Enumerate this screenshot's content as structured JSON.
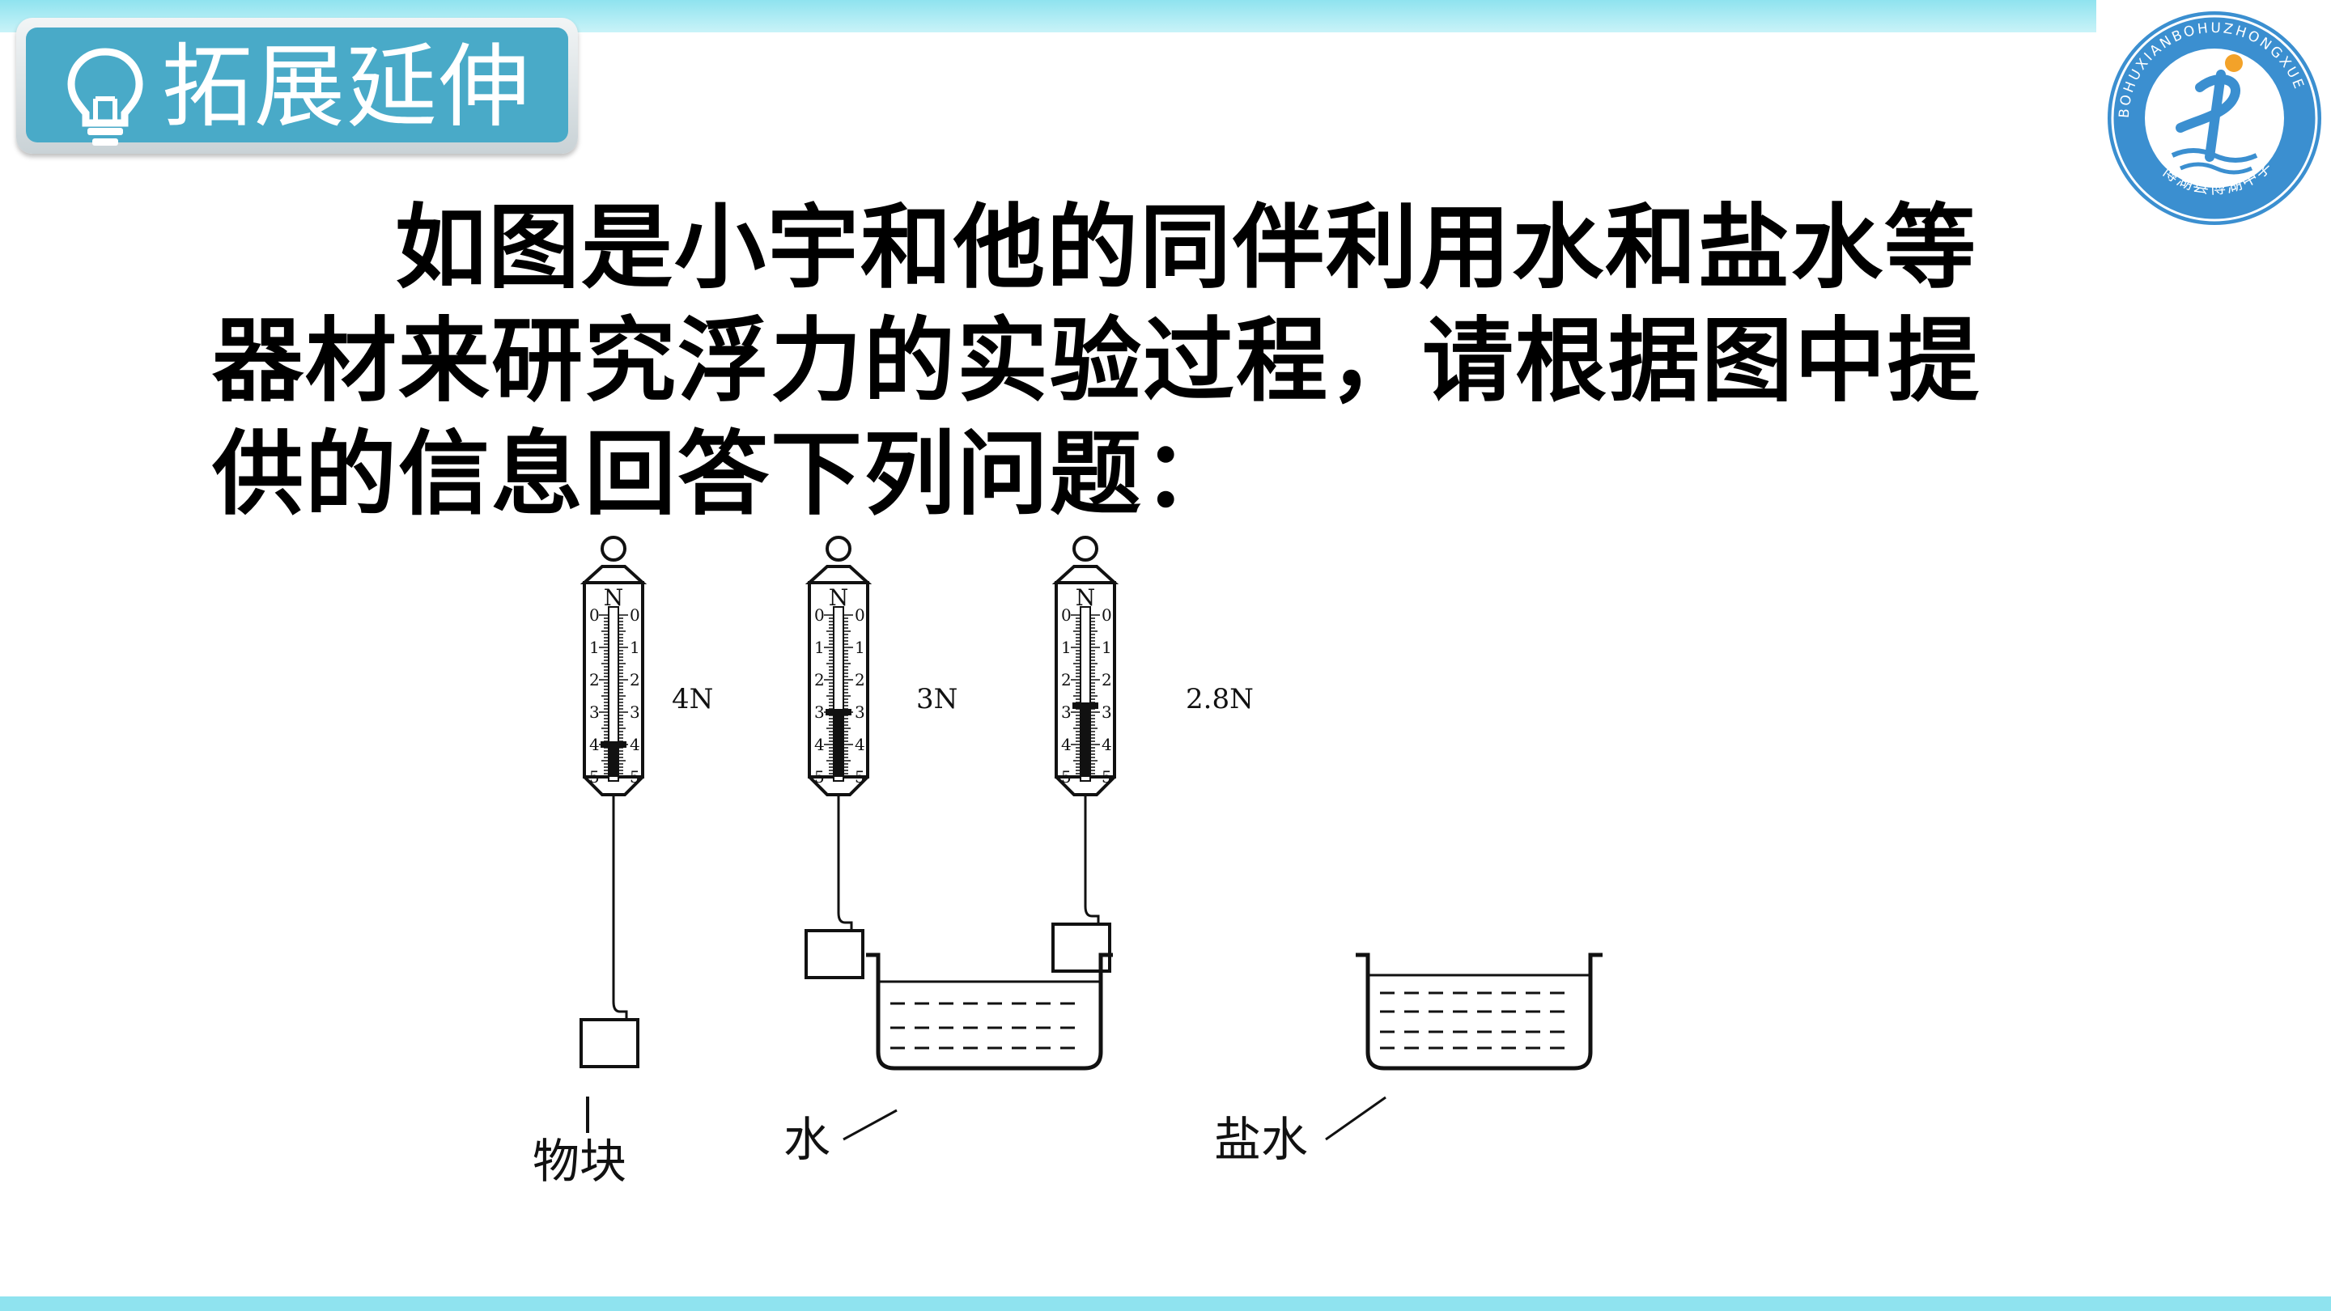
{
  "header": {
    "title": "拓展延伸",
    "icon": "lightbulb-icon"
  },
  "logo": {
    "ring_text": "BOHUXIANBOHUZHONGXUE",
    "school_name": "博湖县博湖中学"
  },
  "problem": {
    "text": "如图是小宇和他的同伴利用水和盐水等器材来研究浮力的实验过程，请根据图中提供的信息回答下列问题："
  },
  "figure": {
    "scale_unit": "N",
    "scale_ticks": [
      "0",
      "1",
      "2",
      "3",
      "4",
      "5"
    ],
    "readings": [
      {
        "label": "4N",
        "value": 4
      },
      {
        "label": "3N",
        "value": 3
      },
      {
        "label": "2.8N",
        "value": 2.8
      }
    ],
    "block_label": "物块",
    "water_label": "水",
    "saltwater_label": "盐水"
  },
  "colors": {
    "band": "#8fe3ef",
    "badge": "#49aac8",
    "logo": "#3b8fd0"
  }
}
